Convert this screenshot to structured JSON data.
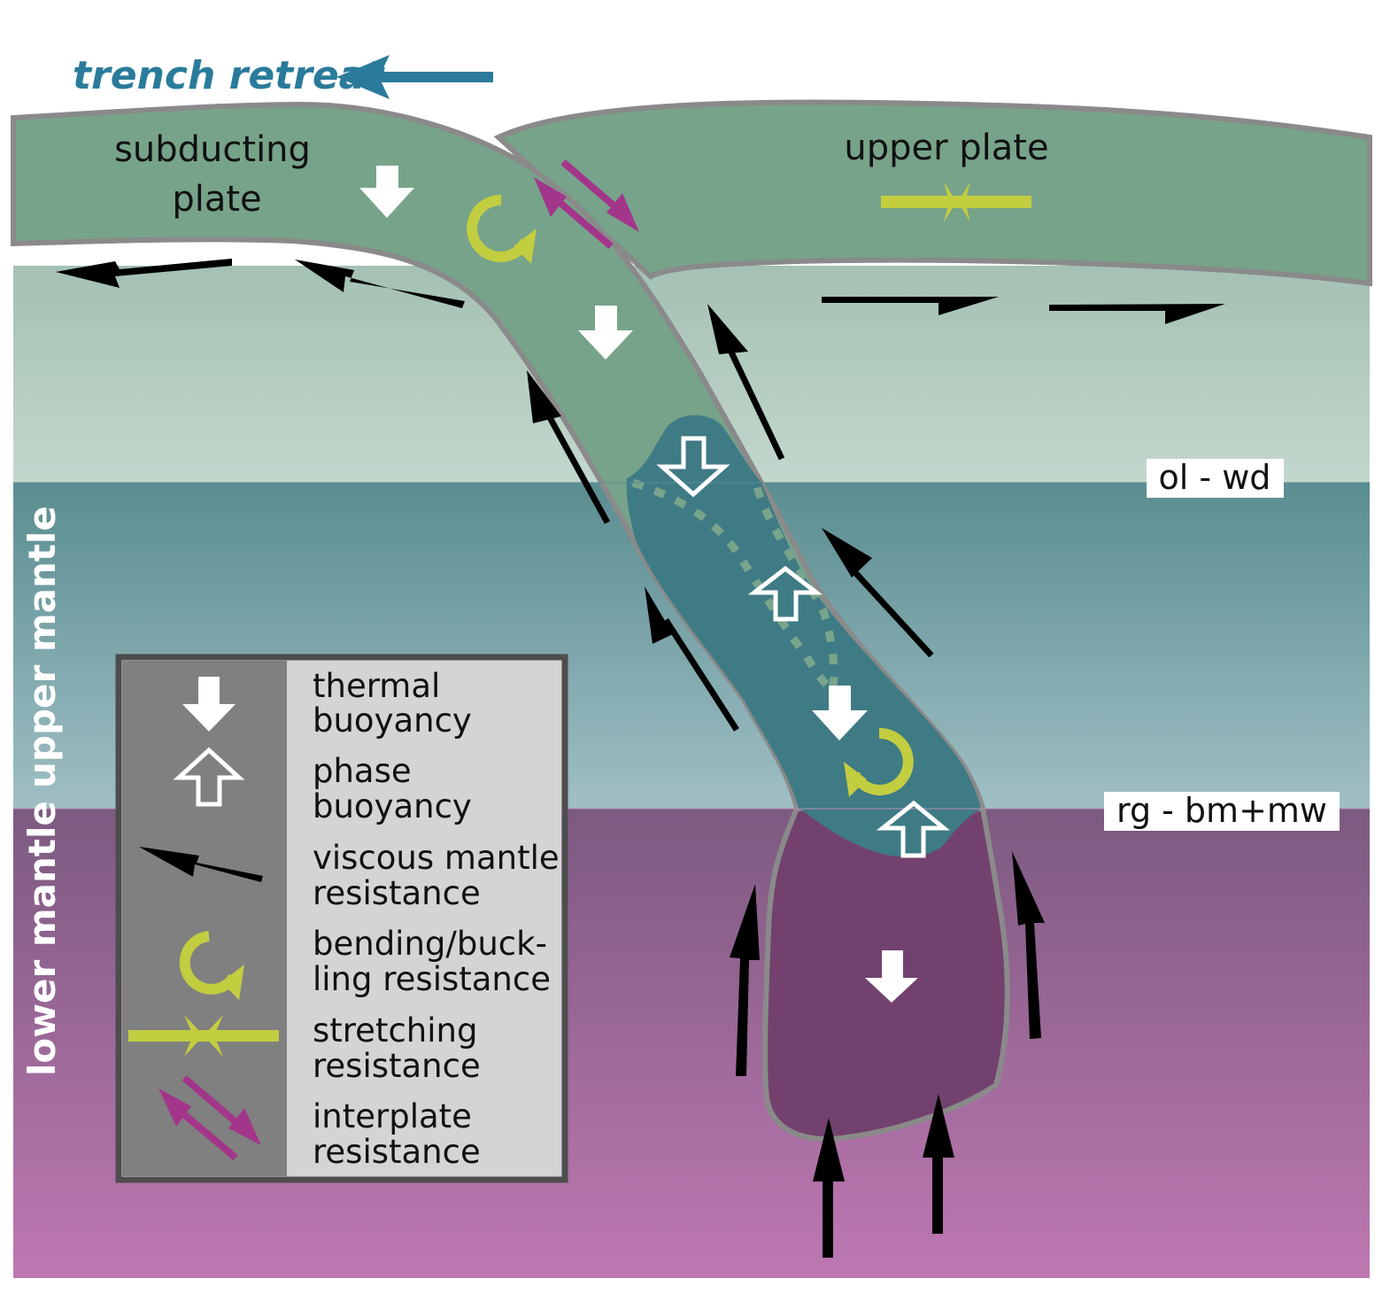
{
  "title": {
    "text": "trench retreat",
    "color": "#2a7b9b"
  },
  "plates": {
    "subducting": {
      "line1": "subducting",
      "line2": "plate"
    },
    "upper": {
      "label": "upper plate"
    }
  },
  "layers": {
    "upper_mantle": "upper mantle",
    "lower_mantle": "lower mantle"
  },
  "phase_transitions": {
    "shallow": "ol - wd",
    "deep": "rg - bm+mw"
  },
  "legend": {
    "items": [
      {
        "icon": "solid-down-arrow-icon",
        "line1": "thermal",
        "line2": "buoyancy"
      },
      {
        "icon": "hollow-up-arrow-icon",
        "line1": "phase",
        "line2": "buoyancy"
      },
      {
        "icon": "half-arrow-icon",
        "line1": "viscous mantle",
        "line2": "resistance"
      },
      {
        "icon": "curved-arrow-icon",
        "line1": "bending/buck-",
        "line2": "ling resistance"
      },
      {
        "icon": "converging-arrows-icon",
        "line1": "stretching",
        "line2": "resistance"
      },
      {
        "icon": "shear-arrows-icon",
        "line1": "interplate",
        "line2": "resistance"
      }
    ]
  },
  "colors": {
    "plate": "#77a38b",
    "slab_upper_mantle": "#3f7b85",
    "slab_lower_mantle": "#73416e",
    "bending": "#c3cd40",
    "interplate": "#a3368a",
    "outline": "#8a8a8a"
  }
}
